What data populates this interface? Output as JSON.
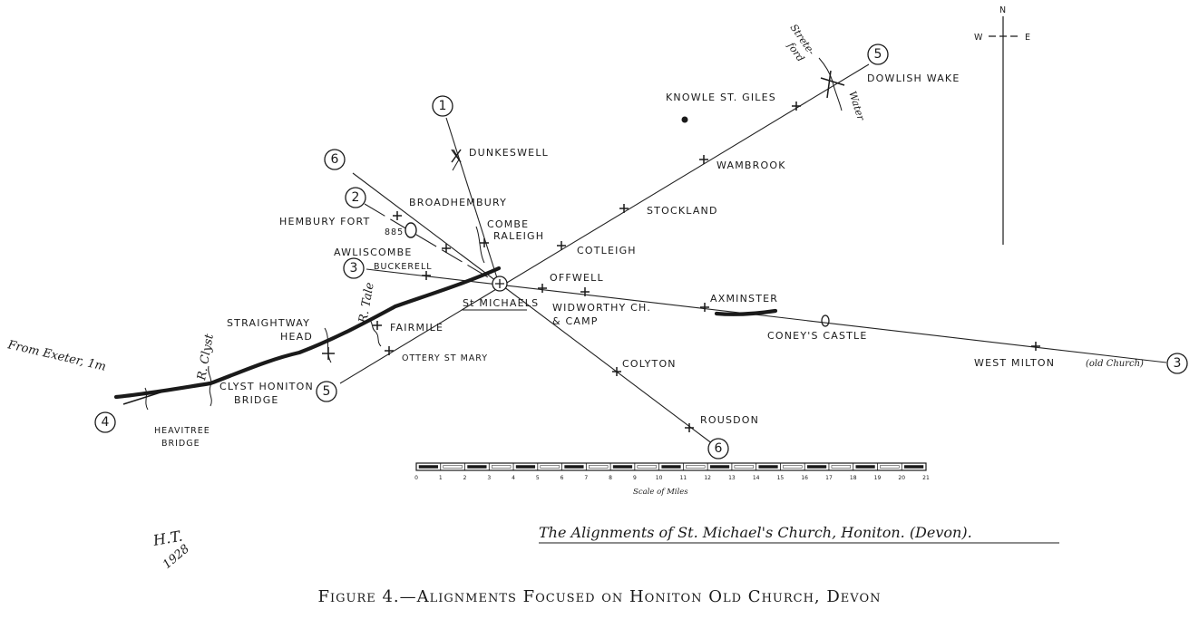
{
  "title": "The Alignments of St. Michael's Church, Honiton. (Devon).",
  "caption": "Figure 4.—Alignments Focused on Honiton Old Church, Devon",
  "initials": "H.T.",
  "year": "1928",
  "compass": {
    "north": "N",
    "west": "W",
    "east": "E"
  },
  "annotations": {
    "from_exeter": "From Exeter, 1m",
    "river_clyst": "R. Clyst",
    "river_tale": "R. Tale",
    "stream_label_1": "Strete-",
    "stream_label_2": "ford",
    "stream_label_3": "Water",
    "hill_height": "885"
  },
  "places": {
    "dunkeswell": "DUNKESWELL",
    "broadhembury": "BROADHEMBURY",
    "hembury_fort": "HEMBURY FORT",
    "combe_raleigh_1": "COMBE",
    "combe_raleigh_2": "RALEIGH",
    "awliscombe": "AWLISCOMBE",
    "buckerell": "BUCKERELL",
    "st_michaels": "St MICHAELS",
    "offwell": "OFFWELL",
    "widworthy_1": "WIDWORTHY CH.",
    "widworthy_2": "& CAMP",
    "straightway_1": "STRAIGHTWAY",
    "straightway_2": "HEAD",
    "fairmile": "FAIRMILE",
    "ottery": "OTTERY ST MARY",
    "clyst_honiton_1": "CLYST HONITON",
    "clyst_honiton_2": "BRIDGE",
    "heavitree_1": "HEAVITREE",
    "heavitree_2": "BRIDGE",
    "cotleigh": "COTLEIGH",
    "stockland": "STOCKLAND",
    "wambrook": "WAMBROOK",
    "knowle": "KNOWLE ST. GILES",
    "dowlish": "DOWLISH WAKE",
    "axminster": "AXMINSTER",
    "coneys_castle": "CONEY'S CASTLE",
    "west_milton": "WEST MILTON",
    "west_milton_note": "(old Church)",
    "colyton": "COLYTON",
    "rousdon": "ROUSDON"
  },
  "alignment_markers": {
    "m1": "1",
    "m2": "2",
    "m3_west": "3",
    "m3_east": "3",
    "m4": "4",
    "m5_west": "5",
    "m5_east": "5",
    "m6_north": "6",
    "m6_south": "6"
  },
  "scale": {
    "label": "Scale of Miles",
    "ticks": [
      "0",
      "1",
      "2",
      "3",
      "4",
      "5",
      "6",
      "7",
      "8",
      "9",
      "10",
      "11",
      "12",
      "13",
      "14",
      "15",
      "16",
      "17",
      "18",
      "19",
      "20",
      "21"
    ]
  }
}
